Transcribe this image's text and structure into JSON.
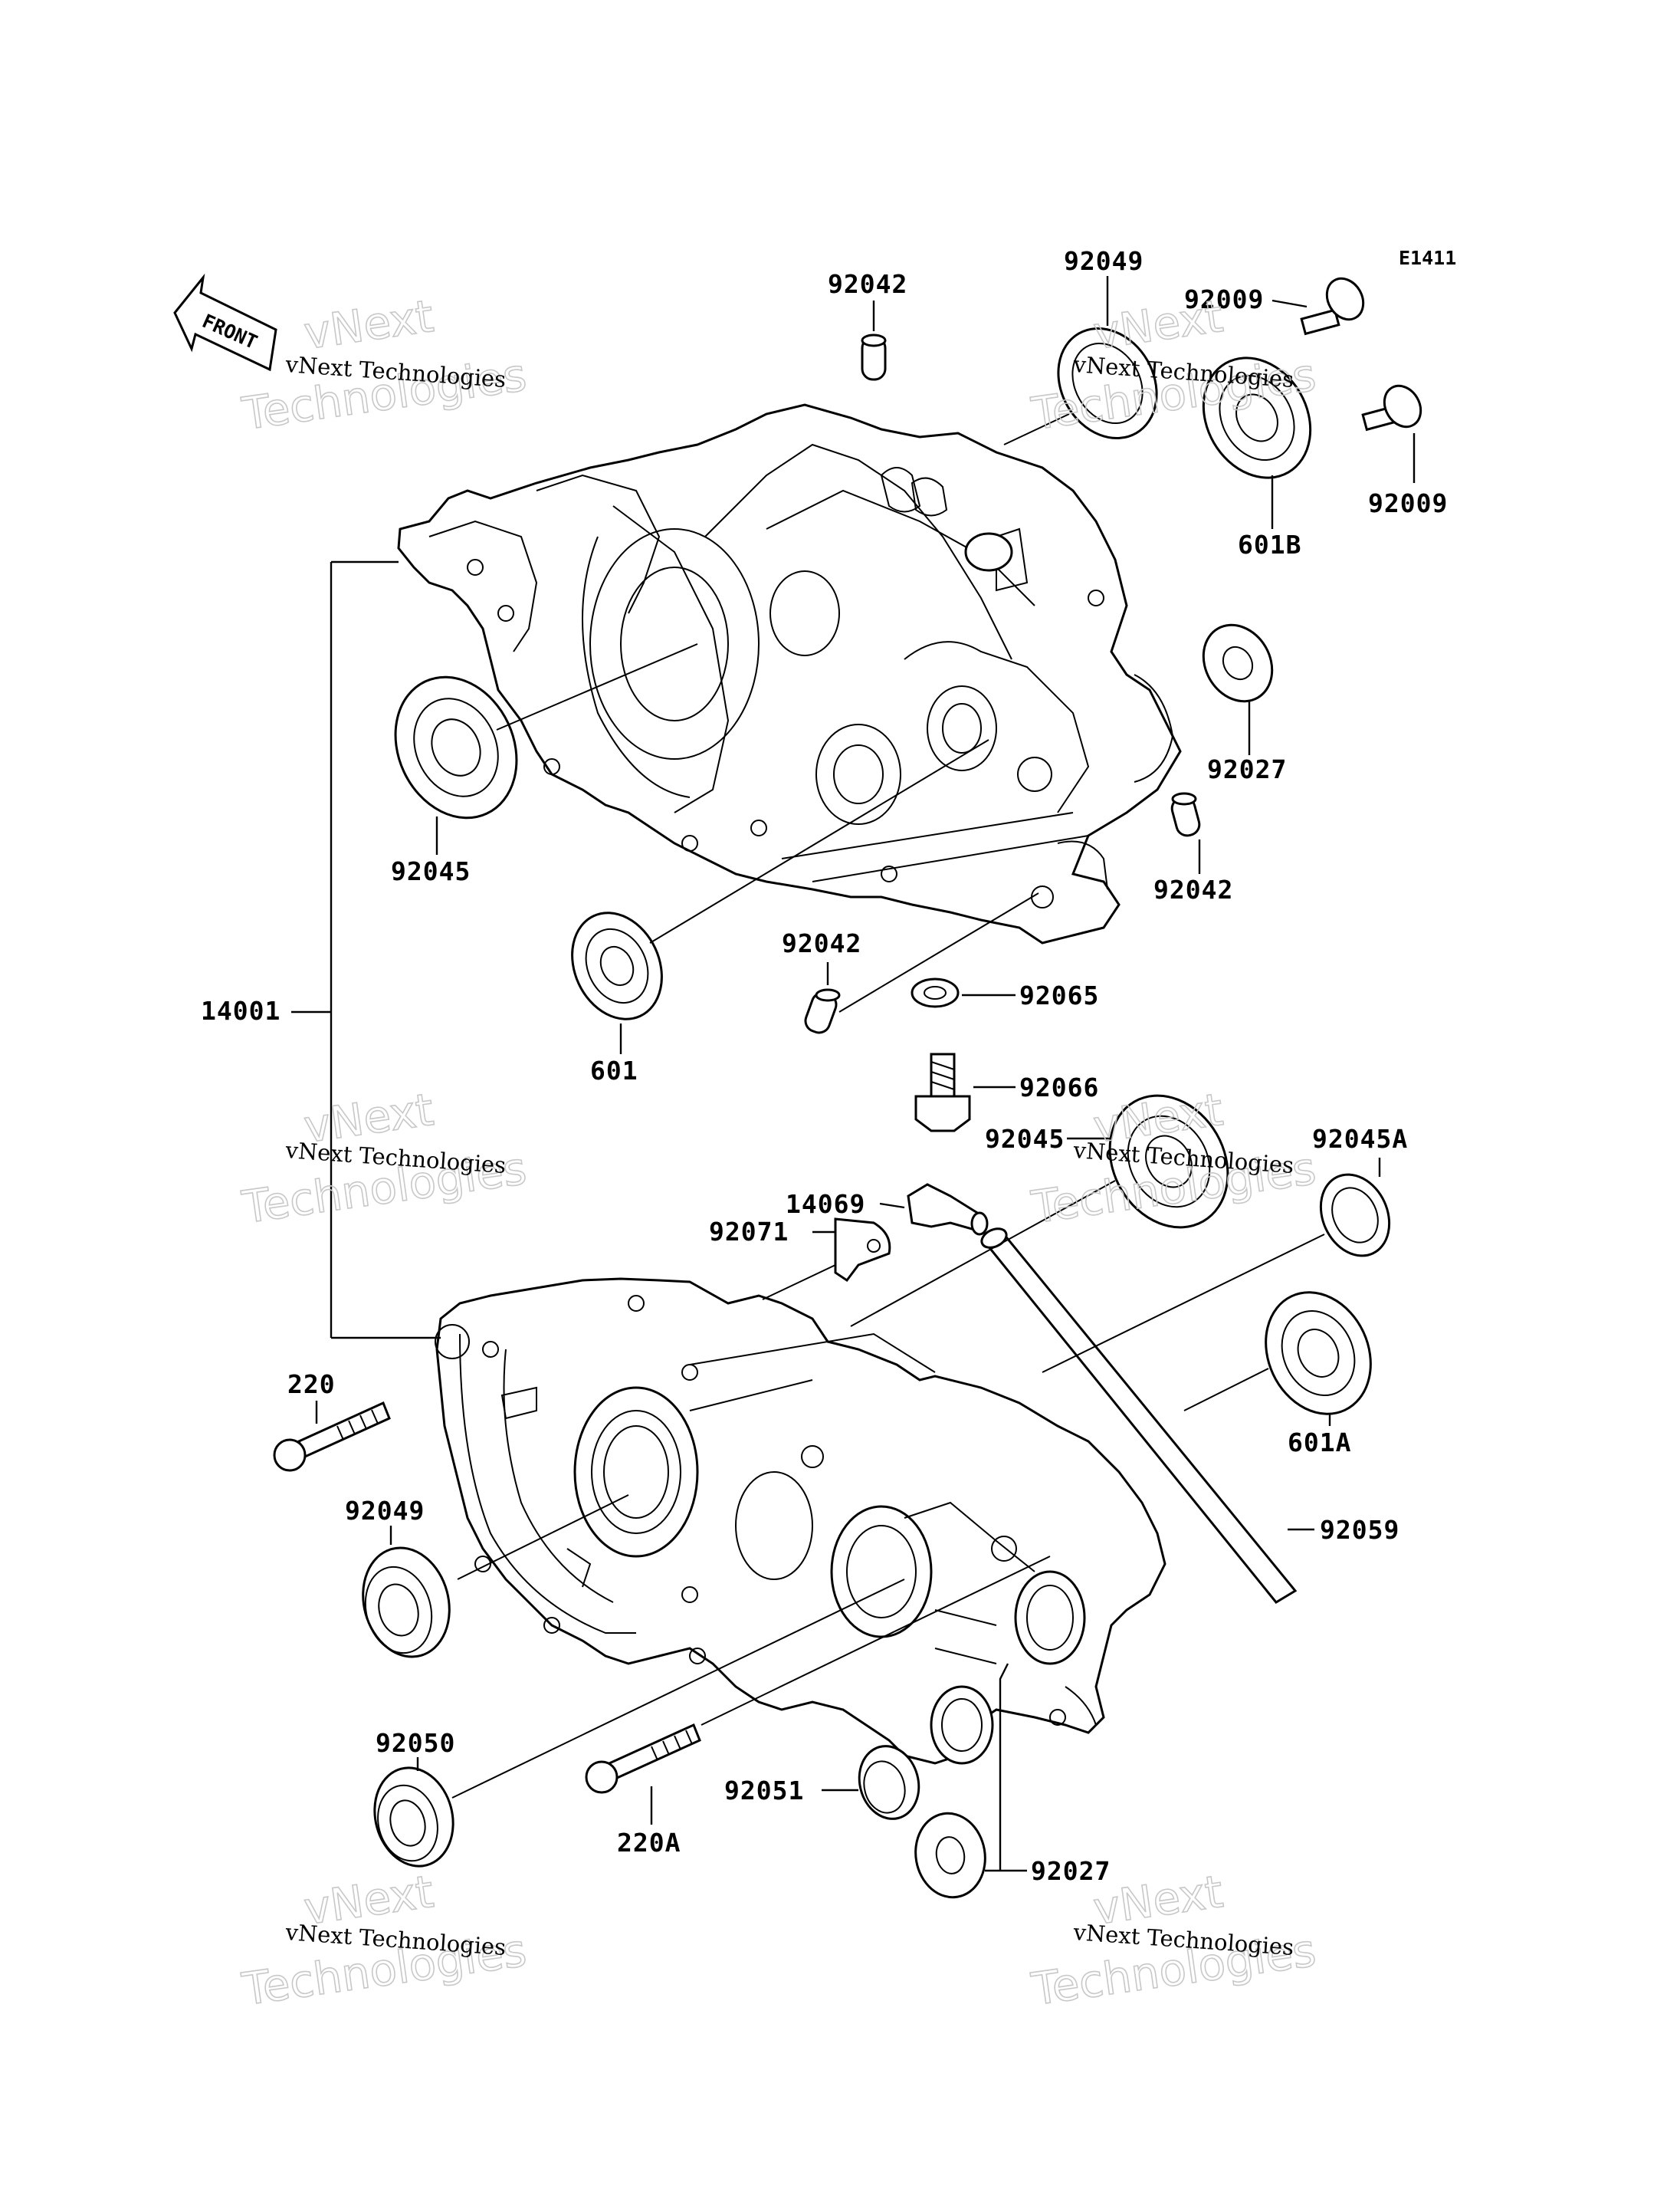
{
  "diagram_code": "E1411",
  "front_label": "FRONT",
  "watermark": {
    "line1": "vNext Technologies",
    "big_top": "vNext",
    "big_bottom": "Technologies"
  },
  "labels": {
    "p92042_top": "92042",
    "p92049_top": "92049",
    "p92009_a": "92009",
    "p92009_b": "92009",
    "p601B": "601B",
    "p92027_top": "92027",
    "p92042_right": "92042",
    "p92045_left": "92045",
    "p601": "601",
    "p92042_mid": "92042",
    "p92065": "92065",
    "p92066": "92066",
    "p92045_mid": "92045",
    "p92045A": "92045A",
    "p14001": "14001",
    "p14069": "14069",
    "p92071": "92071",
    "p601A": "601A",
    "p220": "220",
    "p92049_low": "92049",
    "p92059": "92059",
    "p92050": "92050",
    "p92051": "92051",
    "p220A": "220A",
    "p92027_low": "92027"
  }
}
